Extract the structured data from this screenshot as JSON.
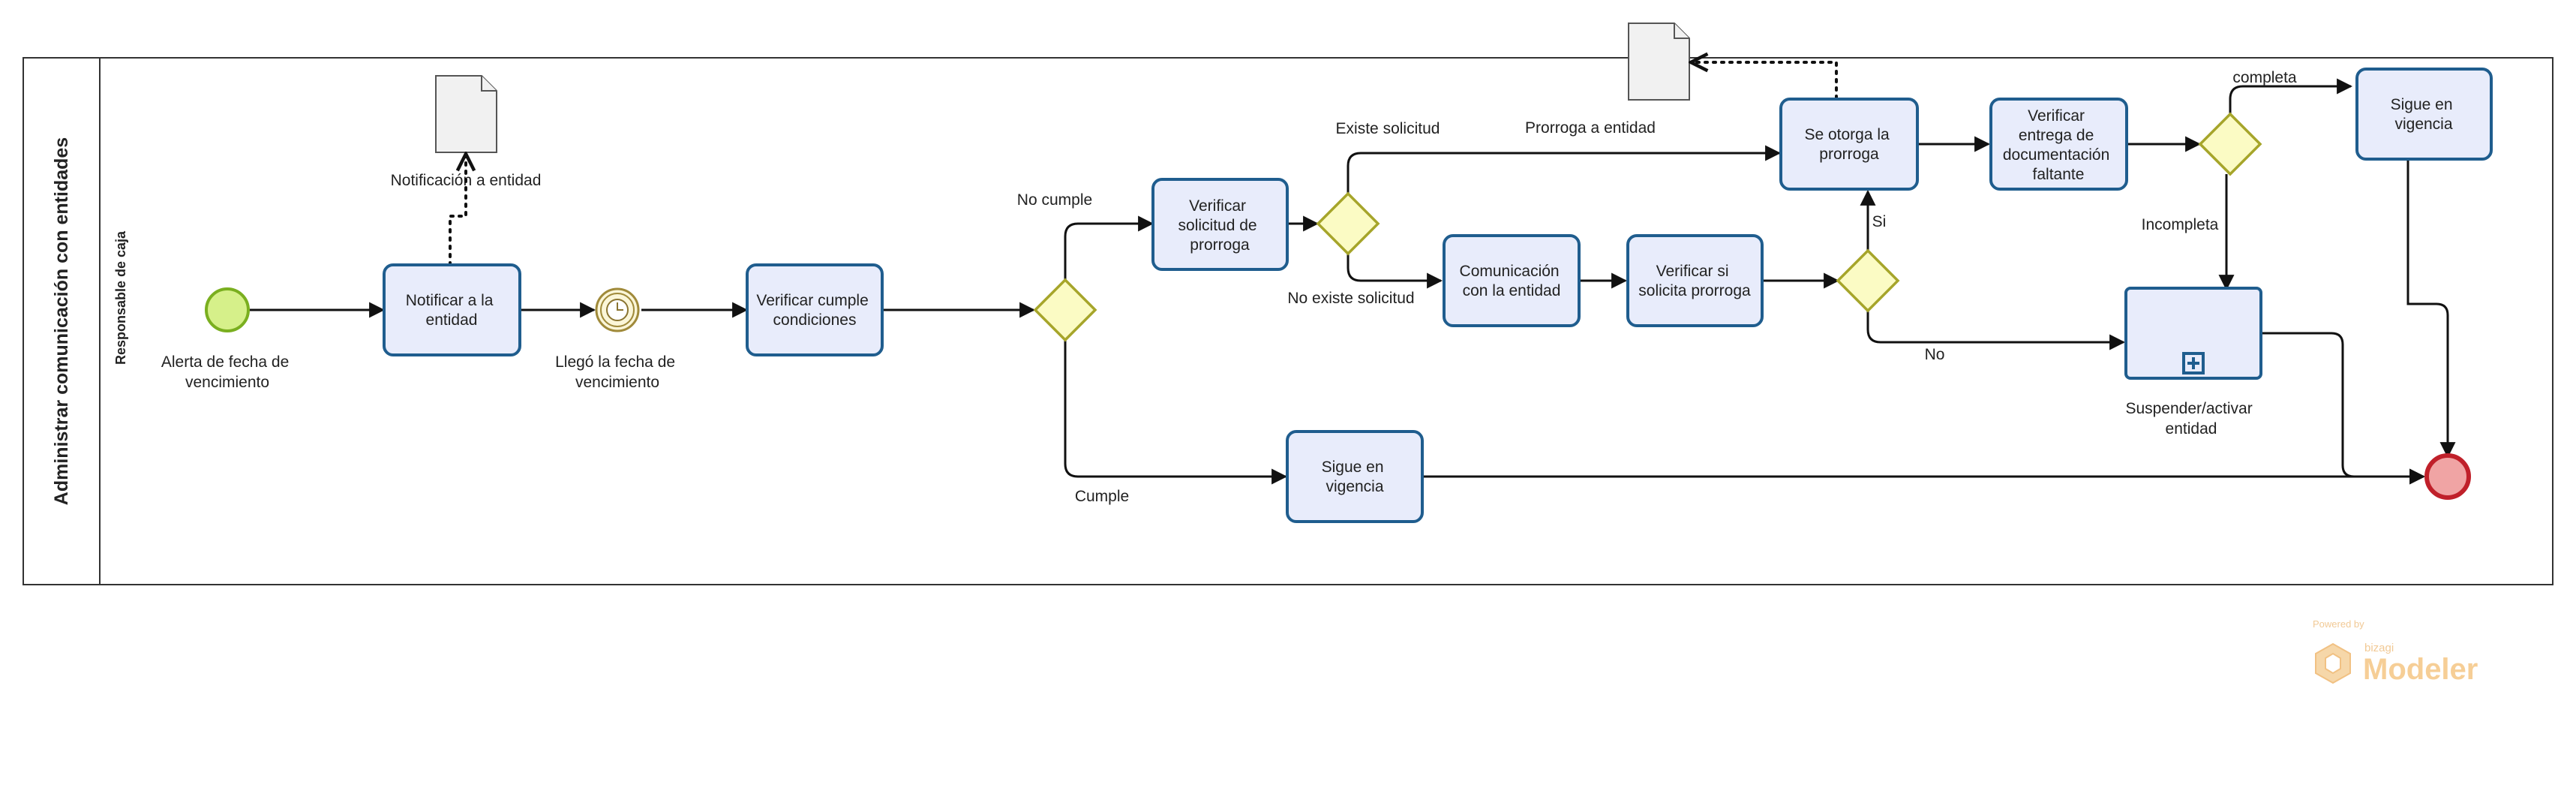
{
  "pool": {
    "title": "Administrar comunicación con entidades"
  },
  "lane": {
    "title": "Responsable de caja"
  },
  "events": {
    "start_label": [
      "Alerta de fecha de",
      "vencimiento"
    ],
    "timer_label": [
      "Llegó la fecha de",
      "vencimiento"
    ]
  },
  "tasks": {
    "notificar": [
      "Notificar a la",
      "entidad"
    ],
    "verificar_condiciones": [
      "Verificar cumple",
      "condiciones"
    ],
    "verificar_solicitud": [
      "Verificar",
      "solicitud de",
      "prorroga"
    ],
    "comunicacion": [
      "Comunicación",
      "con la entidad"
    ],
    "verificar_si_solicita": [
      "Verificar si",
      "solicita prorroga"
    ],
    "se_otorga": [
      "Se otorga la",
      "prorroga"
    ],
    "verificar_entrega": [
      "Verificar",
      "entrega de",
      "documentación",
      "faltante"
    ],
    "sigue_vigencia_top": [
      "Sigue en",
      "vigencia"
    ],
    "sigue_vigencia_bottom": [
      "Sigue en",
      "vigencia"
    ],
    "suspender_label": [
      "Suspender/activar",
      "entidad"
    ]
  },
  "artifacts": {
    "notificacion": "Notificación a entidad",
    "prorroga": "Prorroga a entidad"
  },
  "flow_labels": {
    "no_cumple": "No cumple",
    "cumple": "Cumple",
    "existe_solicitud": "Existe solicitud",
    "no_existe_solicitud": "No existe solicitud",
    "si": "Si",
    "no": "No",
    "completa": "completa",
    "incompleta": "Incompleta"
  },
  "branding": {
    "powered_by": "Powered by",
    "vendor": "bizagi",
    "product": "Modeler"
  },
  "colors": {
    "task_fill": "#e8ecfb",
    "task_stroke": "#1f5d8e",
    "gateway_fill": "#fbfbc4",
    "gateway_stroke": "#a6a52a",
    "start_fill": "#d6f08a",
    "start_stroke": "#7aaf1f",
    "end_fill": "#f0a4a4",
    "end_stroke": "#c0202a",
    "brand": "#f6c98b"
  }
}
